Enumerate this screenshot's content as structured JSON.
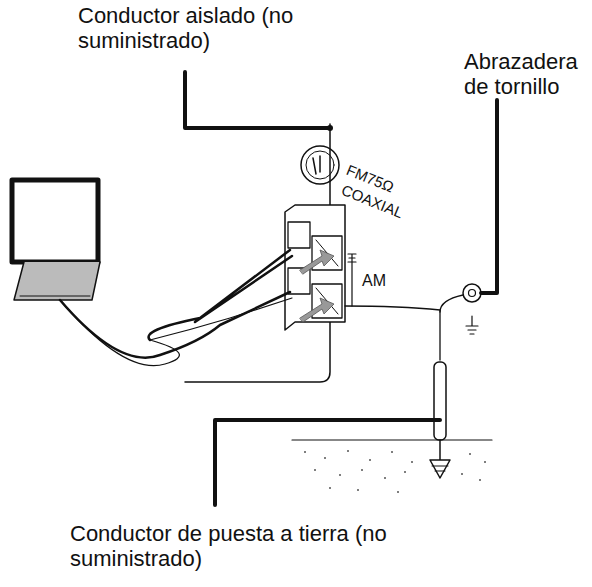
{
  "diagram": {
    "labels": [
      "Conductor aislado (no suministrado)",
      "Abrazadera de tornillo",
      "FM75Ω",
      "COAXIAL",
      "AM",
      "Conductor de puesta a tierra (no suministrado)"
    ]
  }
}
